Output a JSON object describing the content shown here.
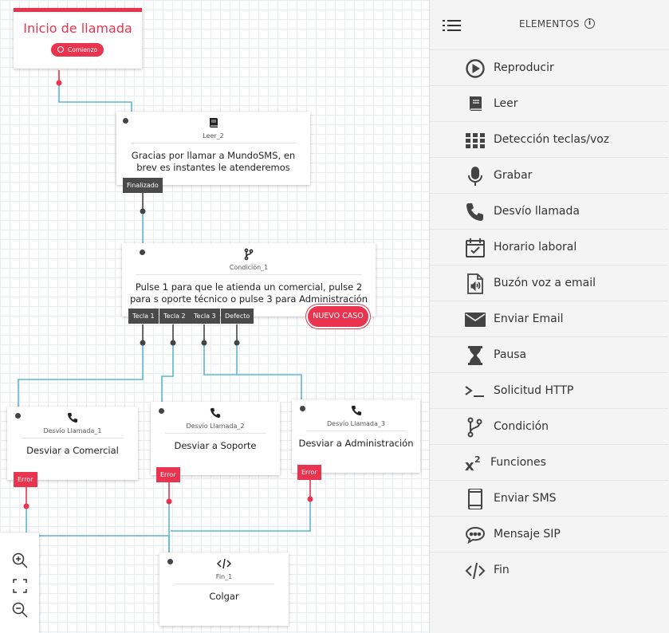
{
  "start": {
    "title": "Inicio de llamada",
    "badge": "Comienzo"
  },
  "nodes": {
    "leer": {
      "name": "Leer_2",
      "text": "Gracias por llamar a MundoSMS, en brev es instantes le atenderemos",
      "exit": "Finalizado"
    },
    "condicion": {
      "name": "Condición_1",
      "text": "Pulse 1 para que le atienda un comercial, pulse 2 para s oporte técnico o pulse 3 para Administración",
      "exits": [
        "Tecla 1",
        "Tecla 2",
        "Tecla 3",
        "Defecto"
      ],
      "new_case": "NUEVO CASO"
    },
    "desvio1": {
      "name": "Desvío Llamada_1",
      "text": "Desviar a Comercial",
      "exit": "Error"
    },
    "desvio2": {
      "name": "Desvío Llamada_2",
      "text": "Desviar a Soporte",
      "exit": "Error"
    },
    "desvio3": {
      "name": "Desvío Llamada_3",
      "text": "Desviar a Administración",
      "exit": "Error"
    },
    "fin": {
      "name": "Fin_1",
      "text": "Colgar"
    }
  },
  "zoom_controls": {
    "icons": [
      "zoom-in-icon",
      "fit-screen-icon",
      "zoom-out-icon"
    ]
  },
  "panel": {
    "title": "ELEMENTOS",
    "items": [
      {
        "label": "Reproducir",
        "icon": "play-icon"
      },
      {
        "label": "Leer",
        "icon": "book-icon"
      },
      {
        "label": "Detección teclas/voz",
        "icon": "keypad-icon"
      },
      {
        "label": "Grabar",
        "icon": "microphone-icon"
      },
      {
        "label": "Desvío llamada",
        "icon": "phone-icon"
      },
      {
        "label": "Horario laboral",
        "icon": "calendar-icon"
      },
      {
        "label": "Buzón voz a email",
        "icon": "audio-file-icon"
      },
      {
        "label": "Enviar Email",
        "icon": "envelope-icon"
      },
      {
        "label": "Pausa",
        "icon": "hourglass-icon"
      },
      {
        "label": "Solicitud HTTP",
        "icon": "terminal-icon"
      },
      {
        "label": "Condición",
        "icon": "branch-icon"
      },
      {
        "label": "Funciones",
        "icon": "superscript-icon"
      },
      {
        "label": "Enviar SMS",
        "icon": "mobile-icon"
      },
      {
        "label": "Mensaje SIP",
        "icon": "chat-icon"
      },
      {
        "label": "Fin",
        "icon": "code-icon"
      }
    ]
  },
  "colors": {
    "accent": "#e8344e",
    "wire": "#5bb8cf",
    "dark_tag": "#4a4a4a"
  }
}
